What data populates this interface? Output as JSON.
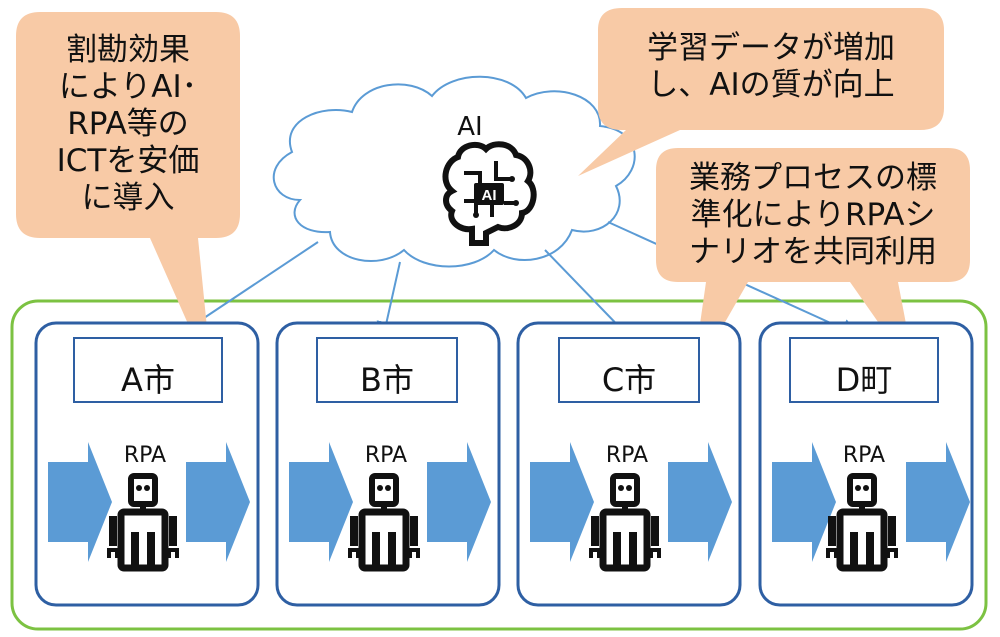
{
  "ai": {
    "label": "AI"
  },
  "callouts": [
    {
      "id": "left",
      "lines": [
        "割勘効果",
        "によりAI･",
        "RPA等の",
        "ICTを安価",
        "に導入"
      ]
    },
    {
      "id": "top-right",
      "lines": [
        "学習データが増加",
        "し、AIの質が向上"
      ]
    },
    {
      "id": "right",
      "lines": [
        "業務プロセスの標",
        "準化によりRPAシ",
        "ナリオを共同利用"
      ]
    }
  ],
  "municipalities": [
    {
      "name": "A市",
      "rpa": "RPA"
    },
    {
      "name": "B市",
      "rpa": "RPA"
    },
    {
      "name": "C市",
      "rpa": "RPA"
    },
    {
      "name": "D町",
      "rpa": "RPA"
    }
  ],
  "colors": {
    "group_border": "#7cc242",
    "box_border": "#2e5fa3",
    "arrow_fill": "#5b9bd5",
    "callout_fill": "#f8caa6",
    "line": "#5b9bd5"
  },
  "icons": {
    "ai": "brain-circuit-icon",
    "robot": "robot-icon",
    "flow": "process-arrow-icon"
  }
}
